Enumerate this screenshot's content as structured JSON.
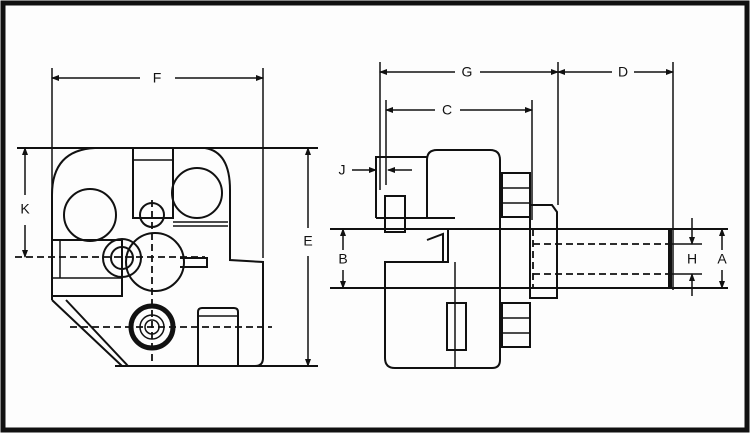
{
  "figure": {
    "front_view": {
      "labels": {
        "width": "F",
        "height": "E",
        "center_height": "K"
      }
    },
    "side_view": {
      "labels": {
        "length_g": "G",
        "length_d": "D",
        "length_c": "C",
        "offset_j": "J",
        "height_b": "B",
        "shank_a": "A",
        "bore_h": "H"
      }
    }
  }
}
